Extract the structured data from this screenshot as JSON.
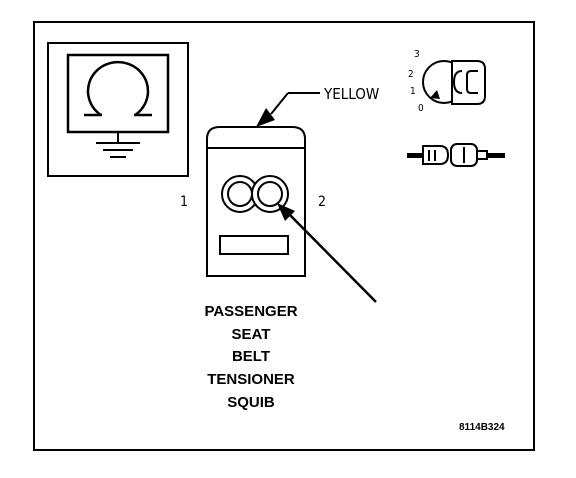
{
  "connector": {
    "wire_color": "YELLOW",
    "pin_left": "1",
    "pin_right": "2"
  },
  "ignition": {
    "positions": [
      "3",
      "2",
      "1",
      "0"
    ]
  },
  "caption": {
    "lines": [
      "PASSENGER",
      "SEAT",
      "BELT",
      "TENSIONER",
      "SQUIB"
    ]
  },
  "figure_id": "8114B324",
  "icons": [
    "ohmmeter-icon",
    "ignition-key-icon",
    "connector-disconnect-icon"
  ]
}
